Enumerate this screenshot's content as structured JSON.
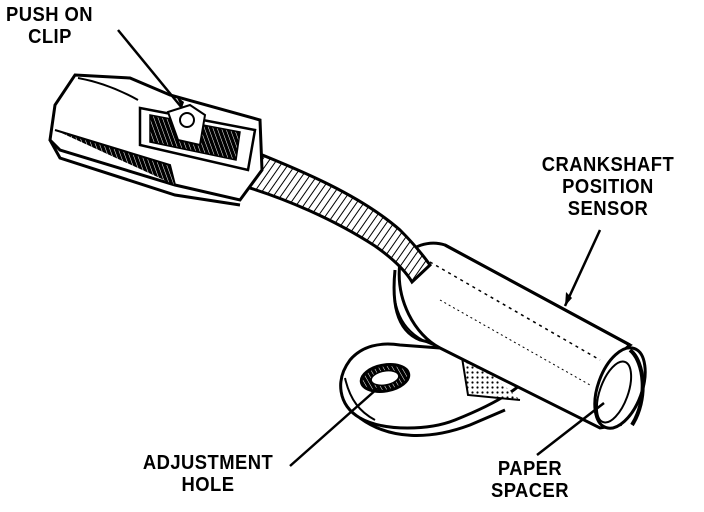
{
  "labels": {
    "push_on_clip": [
      "PUSH ON",
      "CLIP"
    ],
    "crankshaft_position_sensor": [
      "CRANKSHAFT",
      "POSITION",
      "SENSOR"
    ],
    "adjustment_hole": [
      "ADJUSTMENT",
      "HOLE"
    ],
    "paper_spacer": [
      "PAPER",
      "SPACER"
    ]
  },
  "colors": {
    "ink": "#000000",
    "paper": "#ffffff"
  }
}
